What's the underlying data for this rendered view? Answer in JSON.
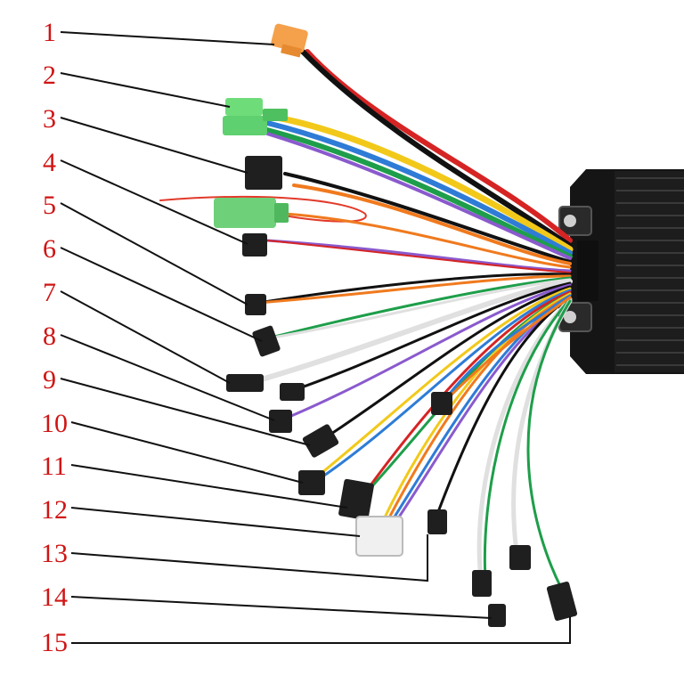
{
  "callouts": [
    {
      "label": "1"
    },
    {
      "label": "2"
    },
    {
      "label": "3"
    },
    {
      "label": "4"
    },
    {
      "label": "5"
    },
    {
      "label": "6"
    },
    {
      "label": "7"
    },
    {
      "label": "8"
    },
    {
      "label": "9"
    },
    {
      "label": "10"
    },
    {
      "label": "11"
    },
    {
      "label": "12"
    },
    {
      "label": "13"
    },
    {
      "label": "14"
    },
    {
      "label": "15"
    }
  ],
  "colors": {
    "label": "#d01414",
    "leader": "#111111",
    "controller_body": "#1b1b1b",
    "main_connector": "#f5a04a",
    "green_connector": "#5fd06f",
    "small_connector": "#1f1f1f",
    "white_connector": "#f0f0f0"
  },
  "wire_colors": [
    "#d62424",
    "#111111",
    "#f2c91a",
    "#2e7cd6",
    "#1e9e4a",
    "#8a5acd",
    "#f07a1e",
    "#dcdcdc",
    "#6ab0e8",
    "#e0e0e0"
  ]
}
